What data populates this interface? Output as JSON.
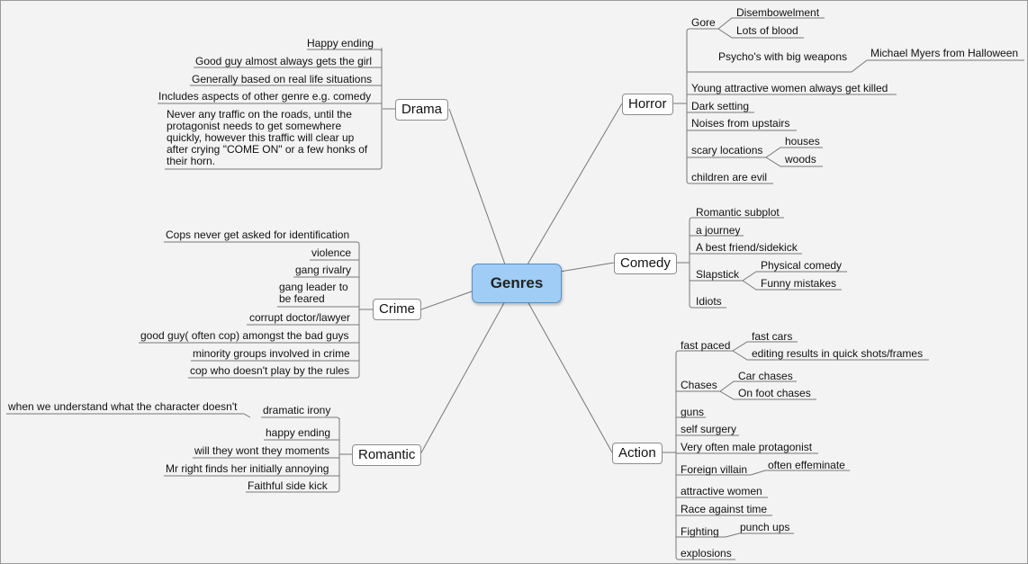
{
  "center": "Genres",
  "drama": {
    "label": "Drama",
    "items": [
      "Happy ending",
      "Good guy almost always gets the girl",
      "Generally based on real life situations",
      "Includes aspects of other genre e.g. comedy",
      "Never any traffic on the roads, until the protagonist needs to get somewhere quickly, however this traffic will clear up after crying \"COME ON\" or a few honks of their horn."
    ]
  },
  "crime": {
    "label": "Crime",
    "items": [
      "Cops never get asked for identification",
      "violence",
      "gang rivalry",
      "gang leader to be feared",
      "corrupt doctor/lawyer",
      "good guy( often cop) amongst the bad guys",
      "minority groups involved in crime",
      "cop who doesn't play by the rules"
    ]
  },
  "romantic": {
    "label": "Romantic",
    "items": [
      "dramatic irony",
      "happy ending",
      "will they wont they moments",
      "Mr right finds her initially annoying",
      "Faithful side kick"
    ],
    "irony_sub": "when we understand what the character doesn't"
  },
  "horror": {
    "label": "Horror",
    "gore": "Gore",
    "gore_subs": [
      "Disembowelment",
      "Lots of blood"
    ],
    "psycho": "Psycho's with big weapons",
    "psycho_sub": "Michael Myers from Halloween",
    "items": [
      "Young attractive women always get killed",
      "Dark setting",
      "Noises from upstairs"
    ],
    "scary": "scary locations",
    "scary_subs": [
      "houses",
      "woods"
    ],
    "children": "children are evil"
  },
  "comedy": {
    "label": "Comedy",
    "items": [
      "Romantic subplot",
      "a journey",
      "A best friend/sidekick"
    ],
    "slapstick": "Slapstick",
    "slapstick_subs": [
      "Physical comedy",
      "Funny mistakes"
    ],
    "idiots": "Idiots"
  },
  "action": {
    "label": "Action",
    "fast_paced": "fast paced",
    "fast_subs": [
      "fast cars",
      "editing results in quick shots/frames"
    ],
    "chases": "Chases",
    "chase_subs": [
      "Car chases",
      "On foot chases"
    ],
    "items": [
      "guns",
      "self surgery",
      "Very often male protagonist"
    ],
    "foreign": "Foreign villain",
    "foreign_sub": "often effeminate",
    "items2": [
      "attractive women",
      "Race against time"
    ],
    "fighting": "Fighting",
    "fighting_sub": "punch ups",
    "explosions": "explosions"
  }
}
